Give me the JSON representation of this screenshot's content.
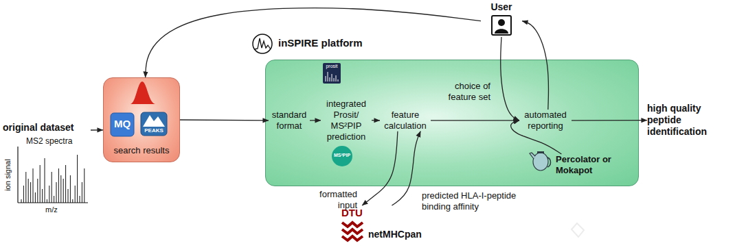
{
  "diagram": {
    "nodes": [
      {
        "text": [
          "original dataset",
          "MS2 spectra"
        ]
      },
      {
        "text": [
          "search results"
        ]
      },
      {
        "text": [
          "inSPIRE platform"
        ]
      },
      {
        "text": [
          "standard format"
        ],
        "in": 2
      },
      {
        "text": [
          "integrated Prosit/ MS²PIP prediction"
        ],
        "in": 2
      },
      {
        "text": [
          "feature calculation"
        ],
        "in": 2
      },
      {
        "text": [
          "automated reporting"
        ],
        "in": 2
      },
      {
        "text": [
          "Percolator or Mokapot"
        ],
        "in": 2
      },
      {
        "text": [
          "User"
        ]
      },
      {
        "text": [
          "netMHCpan"
        ]
      },
      {
        "text": [
          "high quality peptide identification"
        ]
      }
    ],
    "edges": [
      {
        "from": 0,
        "to": 1,
        "arrow": "to"
      },
      {
        "from": 1,
        "to": 3,
        "arrow": "to"
      },
      {
        "from": 3,
        "to": 4,
        "arrow": "to"
      },
      {
        "from": 4,
        "to": 5,
        "arrow": "to"
      },
      {
        "from": 5,
        "to": 6,
        "arrow": "to"
      },
      {
        "from": 8,
        "to": 6,
        "label": "choice of feature set",
        "arrow": "to"
      },
      {
        "from": 7,
        "to": 6,
        "arrow": "to"
      },
      {
        "from": 6,
        "to": 8,
        "arrow": "to"
      },
      {
        "from": 8,
        "to": 1,
        "arrow": "to"
      },
      {
        "from": 6,
        "to": 10,
        "arrow": "to"
      },
      {
        "from": 5,
        "to": 9,
        "label": "formatted input",
        "arrow": "to"
      },
      {
        "from": 9,
        "to": 5,
        "label": "predicted HLA-I-peptide binding affinity",
        "arrow": "to"
      }
    ],
    "labels": [
      "ion signal",
      "m/z",
      "prosit",
      "MQ",
      "PEAKS",
      "MS²PIP",
      "DTU"
    ]
  }
}
